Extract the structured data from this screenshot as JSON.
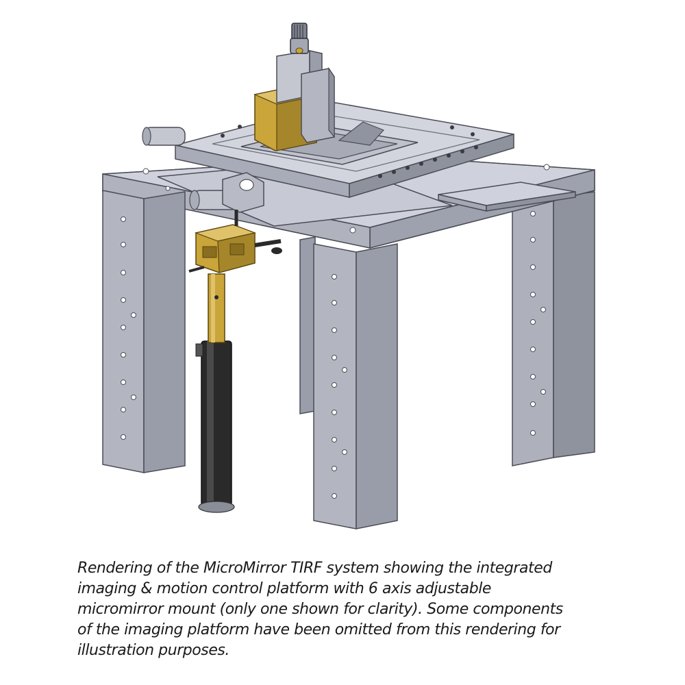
{
  "figure": {
    "caption_lines": [
      "Rendering of the MicroMirror TIRF system showing the integrated",
      "imaging & motion control platform with 6 axis adjustable",
      "micromirror mount (only one shown for clarity). Some components",
      "of the imaging platform have been omitted from this rendering for",
      "illustration purposes."
    ]
  },
  "colors": {
    "background": "#ffffff",
    "steel_light": "#c9ccd6",
    "steel_mid": "#a8acb8",
    "steel_dark": "#7c808c",
    "brass": "#c9a53a",
    "brass_dark": "#8a6e1f",
    "black_post": "#2a2a2a"
  }
}
